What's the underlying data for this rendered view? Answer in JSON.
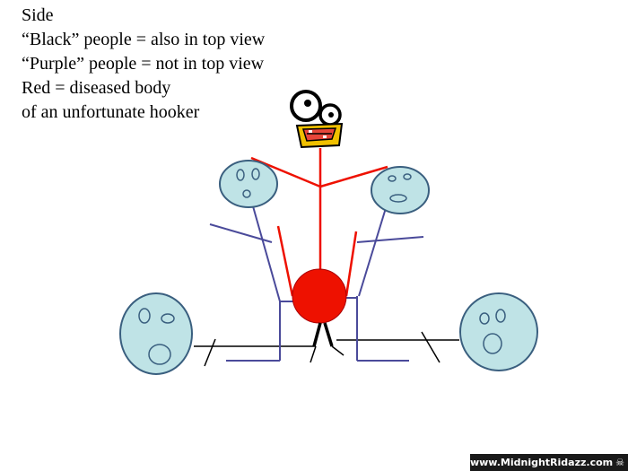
{
  "legend": {
    "line1": "Side",
    "line2": "“Black” people = also in top view",
    "line3": "“Purple” people = not in top view",
    "line4": "Red = diseased body",
    "line5": "of  an unfortunate hooker"
  },
  "watermark": {
    "text": "www.MidnightRidazz.com",
    "icon": "skull-icon"
  },
  "colors": {
    "red": "#ee1100",
    "purple": "#4a4a9a",
    "black": "#000000",
    "face_fill": "#bfe3e6",
    "face_stroke": "#3a5f7f",
    "bird_yellow": "#f0c000"
  }
}
